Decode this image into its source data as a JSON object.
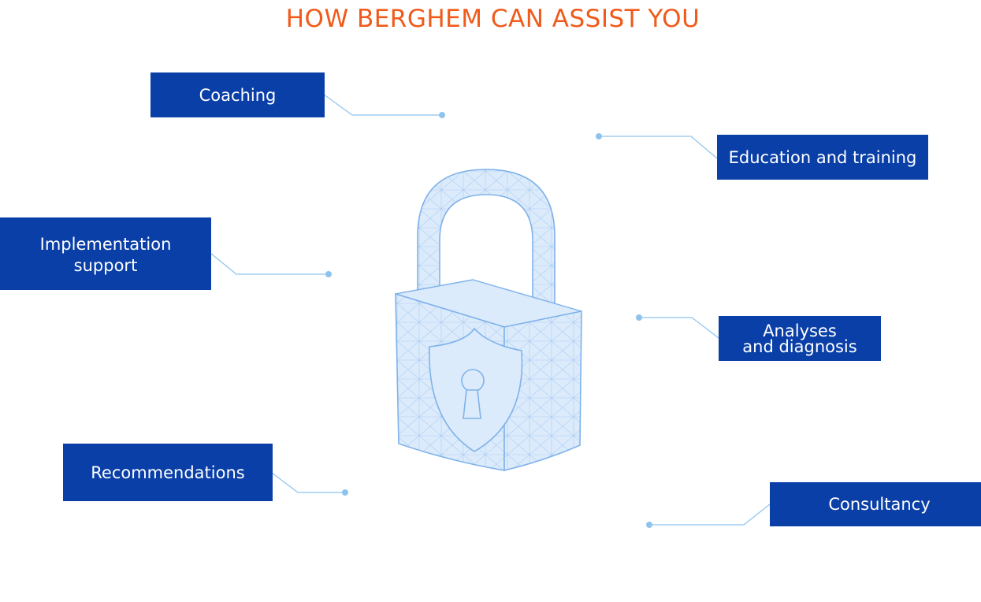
{
  "title": "HOW BERGHEM CAN ASSIST YOU",
  "colors": {
    "title": "#F05A1A",
    "box": "#0A3FA8",
    "connector": "#8EC3EE",
    "lock_stroke": "#7FB2EA",
    "lock_fill": "#DCEBFB"
  },
  "items": {
    "coaching": "Coaching",
    "education": "Education and training",
    "implementation": "Implementation\nsupport",
    "analyses": "Analyses\nand diagnosis",
    "recommendations": "Recommendations",
    "consultancy": "Consultancy"
  },
  "center_icon": "padlock-icon"
}
